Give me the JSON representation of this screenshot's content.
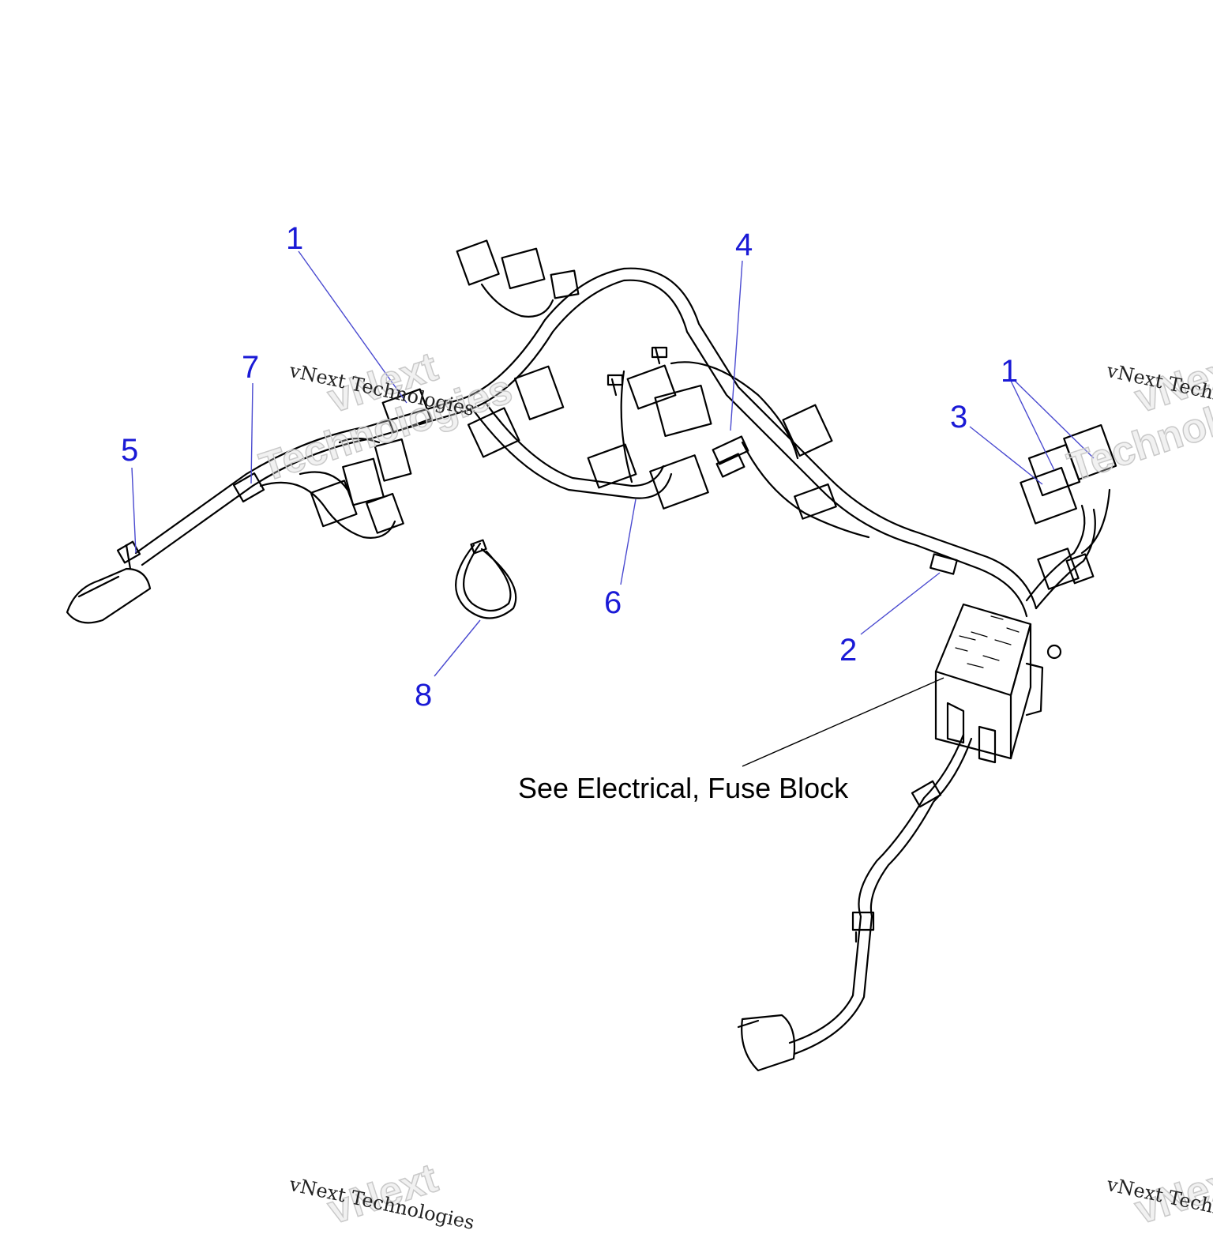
{
  "callouts": [
    {
      "id": "c1a",
      "label": "1"
    },
    {
      "id": "c7",
      "label": "7"
    },
    {
      "id": "c5",
      "label": "5"
    },
    {
      "id": "c4",
      "label": "4"
    },
    {
      "id": "c6",
      "label": "6"
    },
    {
      "id": "c8",
      "label": "8"
    },
    {
      "id": "c1b",
      "label": "1"
    },
    {
      "id": "c3",
      "label": "3"
    },
    {
      "id": "c2",
      "label": "2"
    }
  ],
  "note": "See Electrical, Fuse Block",
  "watermark": {
    "small": "vNext Technologies",
    "big_line1": "vNext",
    "big_line2": "Technologies"
  },
  "colors": {
    "callout": "#1a1ad6",
    "leader": "#4a4ad0",
    "line": "#000000"
  }
}
